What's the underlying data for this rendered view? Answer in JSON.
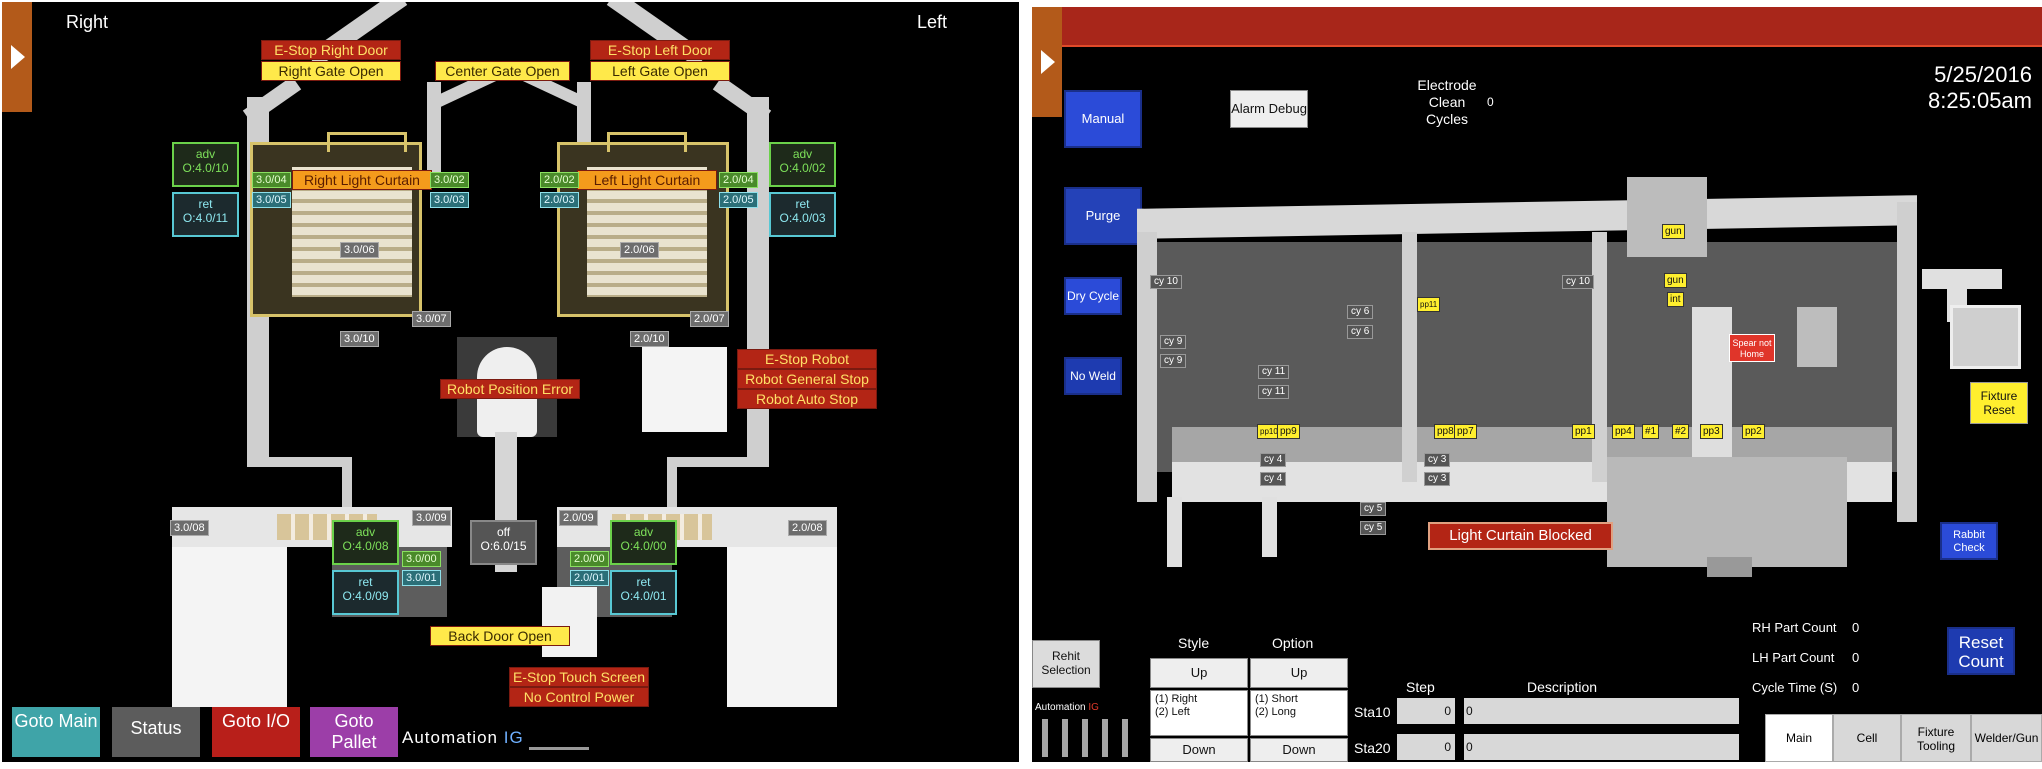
{
  "left_panel": {
    "label_right": "Right",
    "label_left": "Left",
    "alarms": {
      "estop_right_door": "E-Stop Right Door",
      "right_gate_open": "Right Gate Open",
      "center_gate_open": "Center Gate Open",
      "estop_left_door": "E-Stop Left Door",
      "left_gate_open": "Left Gate Open",
      "right_light_curtain": "Right Light Curtain",
      "left_light_curtain": "Left Light Curtain",
      "estop_robot": "E-Stop Robot",
      "robot_general_stop": "Robot General Stop",
      "robot_auto_stop": "Robot Auto Stop",
      "robot_position_error": "Robot Position Error",
      "back_door_open": "Back Door Open",
      "estop_touch_screen": "E-Stop Touch Screen",
      "no_control_power": "No Control Power"
    },
    "io_boxes": {
      "r_adv_top_1": "adv",
      "r_adv_top_2": "O:4.0/10",
      "r_ret_top_1": "ret",
      "r_ret_top_2": "O:4.0/11",
      "l_adv_top_1": "adv",
      "l_adv_top_2": "O:4.0/02",
      "l_ret_top_1": "ret",
      "l_ret_top_2": "O:4.0/03",
      "r_adv_bot_1": "adv",
      "r_adv_bot_2": "O:4.0/08",
      "r_ret_bot_1": "ret",
      "r_ret_bot_2": "O:4.0/09",
      "l_adv_bot_1": "adv",
      "l_adv_bot_2": "O:4.0/00",
      "l_ret_bot_1": "ret",
      "l_ret_bot_2": "O:4.0/01",
      "off_1": "off",
      "off_2": "O:6.0/15"
    },
    "tags": {
      "t3004": "3.0/04",
      "t3005": "3.0/05",
      "t3002": "3.0/02",
      "t3003": "3.0/03",
      "t2002": "2.0/02",
      "t2003": "2.0/03",
      "t2004": "2.0/04",
      "t2005": "2.0/05",
      "t3006": "3.0/06",
      "t2006": "2.0/06",
      "t3007": "3.0/07",
      "t2007": "2.0/07",
      "t3010": "3.0/10",
      "t2010": "2.0/10",
      "t3008": "3.0/08",
      "t2008": "2.0/08",
      "t3009": "3.0/09",
      "t2009": "2.0/09",
      "t3000": "3.0/00",
      "t3001": "3.0/01",
      "t2000": "2.0/00",
      "t2001": "2.0/01"
    },
    "nav": {
      "goto_main": "Goto Main",
      "status": "Status",
      "goto_io": "Goto I/O",
      "goto_pallet": "Goto Pallet"
    },
    "logo_text_1": "Automation",
    "logo_text_2": "IG"
  },
  "right_panel": {
    "manual": "Manual",
    "purge": "Purge",
    "dry_cycle": "Dry Cycle",
    "no_weld": "No Weld",
    "alarm_debug": "Alarm Debug",
    "electrode_label_1": "Electrode",
    "electrode_label_2": "Clean",
    "electrode_label_3": "Cycles",
    "electrode_value": "0",
    "date": "5/25/2016",
    "time": "8:25:05am",
    "fixture_reset": "Fixture Reset",
    "rabbit_check": "Rabbit Check",
    "light_curtain_blocked": "Light Curtain Blocked",
    "spear_not_home": "Spear not Home",
    "machine_tags": {
      "gun1": "gun",
      "gun2": "gun",
      "int": "int",
      "cy10a": "cy 10",
      "cy10b": "cy 10",
      "cy6a": "cy 6",
      "cy6b": "cy 6",
      "pp11": "pp11",
      "cy9a": "cy 9",
      "cy9b": "cy 9",
      "cy11a": "cy 11",
      "cy11b": "cy 11",
      "pp10": "pp10",
      "pp9": "pp9",
      "pp8": "pp8",
      "pp7": "pp7",
      "pp1": "pp1",
      "pp4": "pp4",
      "h1": "#1",
      "h2": "#2",
      "pp3": "pp3",
      "pp2": "pp2",
      "cy4a": "cy 4",
      "cy4b": "cy 4",
      "cy3a": "cy 3",
      "cy3b": "cy 3",
      "cy5a": "cy 5",
      "cy5b": "cy 5"
    },
    "rehit_selection": "Rehit Selection",
    "style_header": "Style",
    "option_header": "Option",
    "up": "Up",
    "down": "Down",
    "style_options": [
      "(1) Right",
      "(2) Left"
    ],
    "option_options": [
      "(1) Short",
      "(2) Long"
    ],
    "step_header": "Step",
    "description_header": "Description",
    "sta10": "Sta10",
    "sta20": "Sta20",
    "sta10_step": "0",
    "sta10_desc": "0",
    "sta20_step": "0",
    "sta20_desc": "0",
    "rh_part_count_label": "RH Part Count",
    "rh_part_count": "0",
    "lh_part_count_label": "LH Part Count",
    "lh_part_count": "0",
    "cycle_time_label": "Cycle Time (S)",
    "cycle_time": "0",
    "reset_count": "Reset Count",
    "tabs": [
      "Main",
      "Cell",
      "Fixture Tooling",
      "Welder/Gun"
    ],
    "logo_text_1": "Automation",
    "logo_text_2": "IG"
  },
  "colors": {
    "panel_bg": "#000000",
    "alarm_red": "#b32515",
    "alarm_yellow": "#ffe94a",
    "accent_blue": "#2b4bd8",
    "header_red": "#a8261a",
    "orange_tab": "#b35a1a"
  }
}
